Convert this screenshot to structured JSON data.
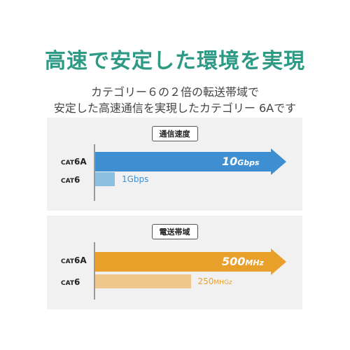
{
  "header": {
    "title": "高速で安定した環境を実現",
    "subtitle_line1": "カテゴリー６の２倍の転送帯域で",
    "subtitle_line2": "安定した高速通信を実現したカテゴリー 6Aです"
  },
  "speed_panel": {
    "label": "通信速度",
    "row1_cat": "CAT",
    "row1_num": "6A",
    "row2_cat": "CAT",
    "row2_num": "6",
    "big_value": "10",
    "big_unit": "Gbps",
    "small_value": "1Gbps",
    "big_fraction": 1.0,
    "small_fraction": 0.1,
    "big_color": "#3d8fd1",
    "small_color": "#8dbfe0",
    "small_text_color": "#3d8fd1"
  },
  "band_panel": {
    "label": "電送帯域",
    "row1_cat": "CAT",
    "row1_num": "6A",
    "row2_cat": "CAT",
    "row2_num": "6",
    "big_value": "500",
    "big_unit": "MHz",
    "small_value": "250",
    "small_unit": "MHGz",
    "big_fraction": 1.0,
    "small_fraction": 0.5,
    "big_color": "#e9a02b",
    "small_color": "#f0c88d",
    "small_text_color": "#e9a02b"
  }
}
